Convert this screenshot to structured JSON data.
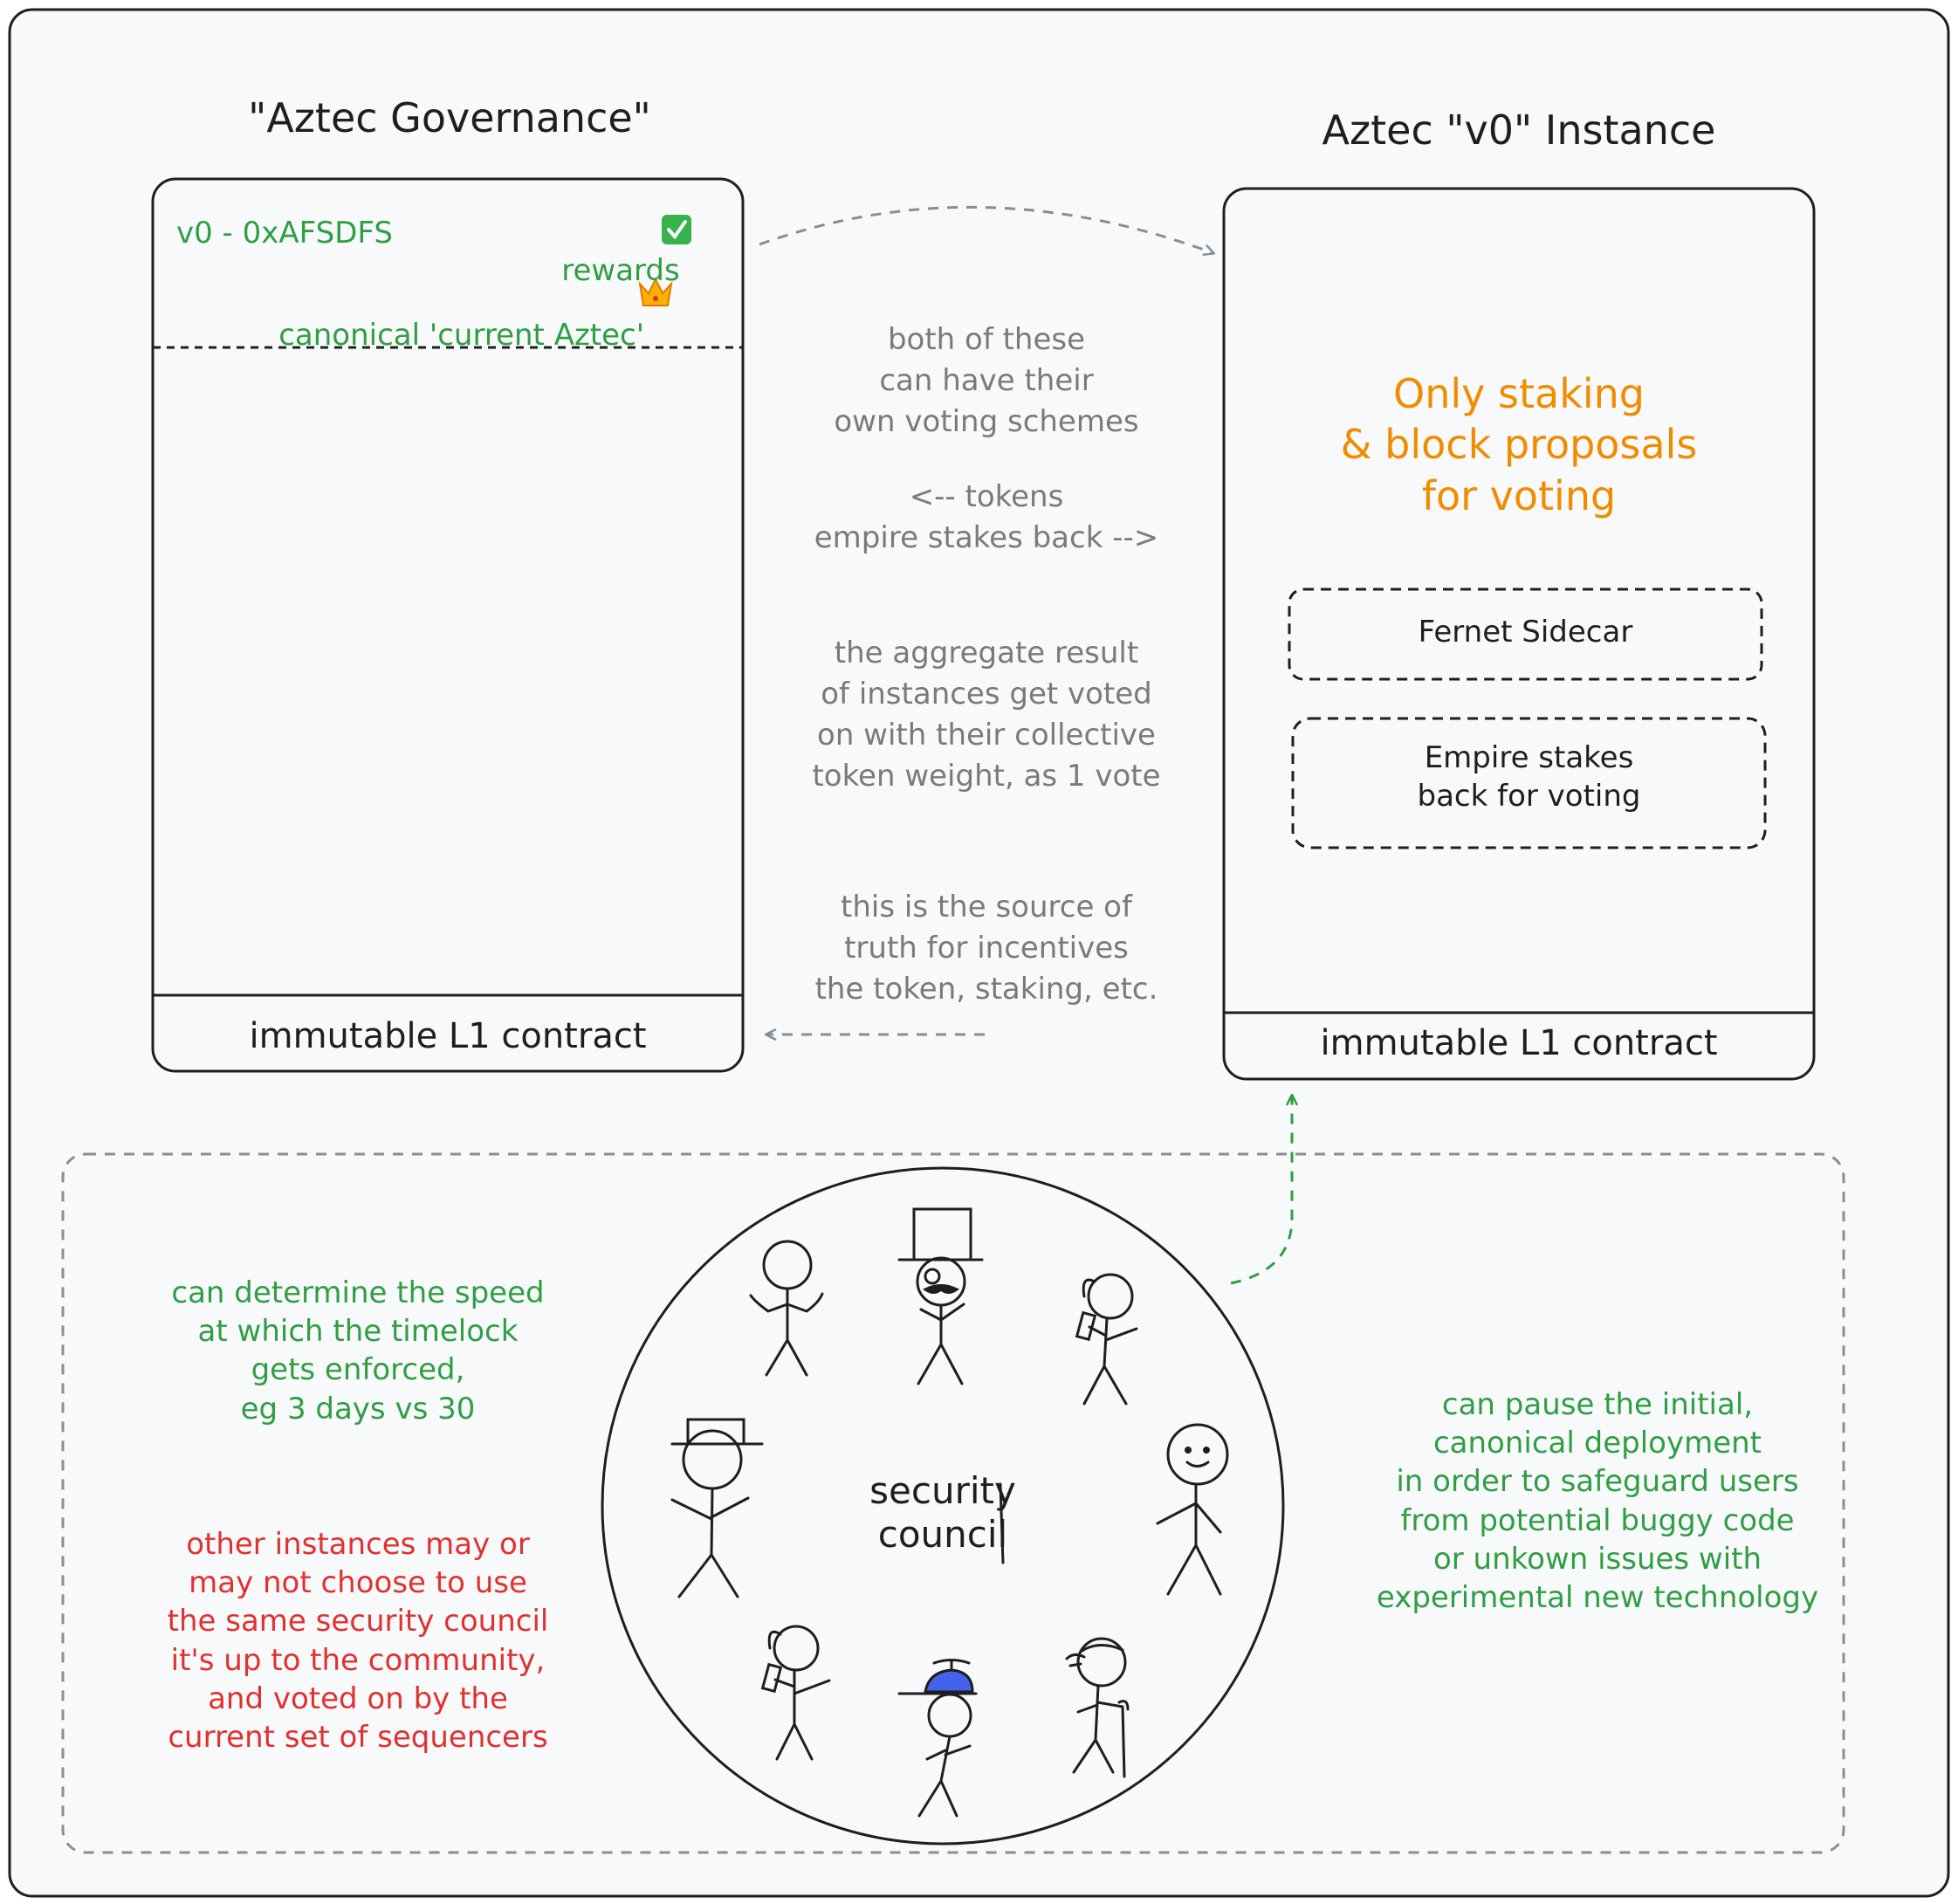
{
  "governance": {
    "title": "\"Aztec Governance\"",
    "version_line": "v0 - 0xAFSDFS",
    "rewards": "rewards ✅",
    "canonical": "canonical 'current Aztec' 👑",
    "footer": "immutable L1 contract"
  },
  "instance": {
    "title": "Aztec \"v0\" Instance",
    "staking_note": "Only staking\n& block proposals\nfor voting",
    "sidecar_1": "Fernet Sidecar",
    "sidecar_2": "Empire stakes\nback for voting",
    "footer": "immutable L1 contract"
  },
  "annotations": {
    "voting_schemes": "both of these\ncan have their\nown voting schemes",
    "tokens": "<-- tokens\nempire stakes back -->",
    "aggregate": "the aggregate result\nof instances get voted\non with their collective\ntoken weight, as 1 vote",
    "source_of_truth": "this is the source of\ntruth for incentives\nthe token, staking, etc."
  },
  "council": {
    "label": "security\ncouncil",
    "timelock_note": "can determine the speed\nat which the timelock\ngets enforced,\neg 3 days vs 30",
    "other_instances_note": "other instances may or\nmay not choose to use\nthe same security council\nit's up to the community,\nand voted on by the\ncurrent set of sequencers",
    "pause_note": "can pause the initial,\ncanonical deployment\nin order to safeguard users\nfrom potential buggy code\nor unkown issues with\nexperimental new technology"
  },
  "colors": {
    "background": "#f8f9fa",
    "green": "#2f9e44",
    "red": "#e03131",
    "orange": "#f08c00",
    "grey": "#7a7a7a",
    "ink": "#1e1e1e",
    "cap": "#4263eb"
  },
  "icons": [
    "stick-figure-icon",
    "top-hat-icon",
    "propeller-cap-icon",
    "check-icon",
    "crown-icon"
  ]
}
